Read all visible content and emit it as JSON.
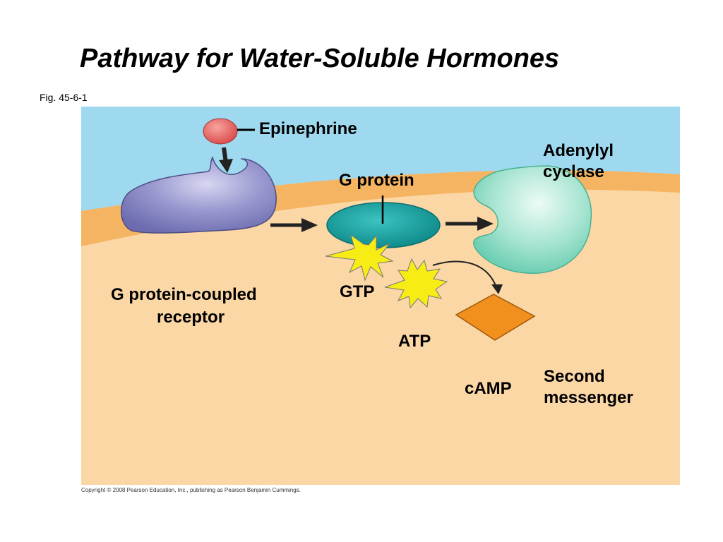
{
  "title": "Pathway for Water-Soluble Hormones",
  "figure_label": "Fig. 45-6-1",
  "labels": {
    "epinephrine": "Epinephrine",
    "adenylyl_cyclase_line1": "Adenylyl",
    "adenylyl_cyclase_line2": "cyclase",
    "g_protein": "G protein",
    "receptor_line1": "G protein-coupled",
    "receptor_line2": "receptor",
    "gtp": "GTP",
    "atp": "ATP",
    "camp": "cAMP",
    "second_messenger_line1": "Second",
    "second_messenger_line2": "messenger"
  },
  "copyright": "Copyright © 2008 Pearson Education, Inc., publishing as Pearson Benjamin Cummings.",
  "colors": {
    "extracellular": "#9fd9f0",
    "membrane": "#f5b461",
    "cytoplasm": "#fbd7a6",
    "receptor": "#8c8dc6",
    "g_protein": "#1fa7a6",
    "adenylyl_cyclase": "#8fdcc6",
    "epinephrine": "#e05a5a",
    "gtp_star": "#f7ec14",
    "camp": "#f2901e"
  }
}
